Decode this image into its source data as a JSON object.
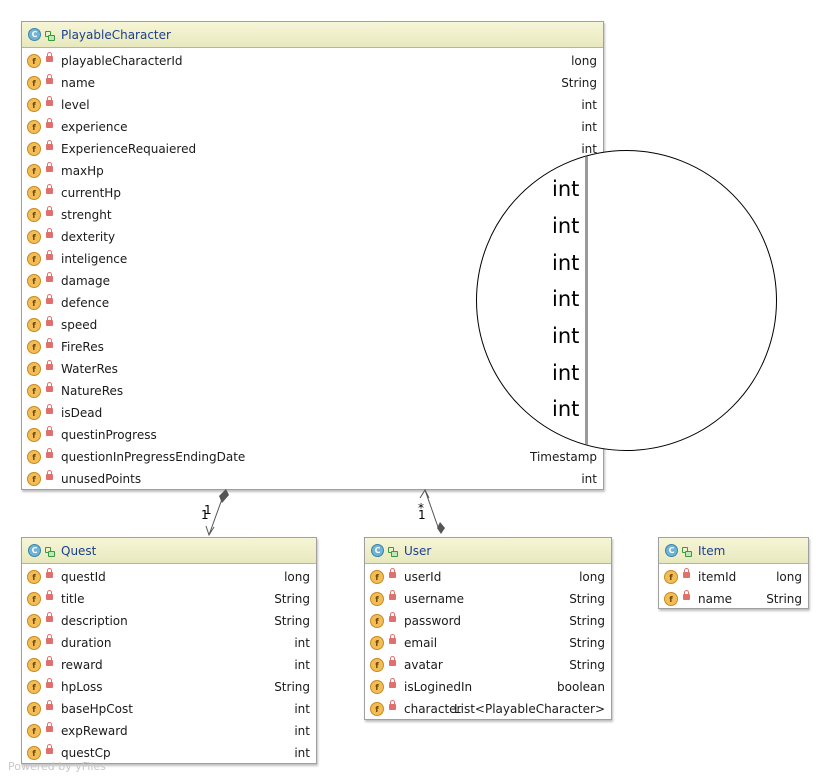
{
  "class_icon_letter": "C",
  "field_icon_letter": "f",
  "classes": {
    "playable": {
      "name": "PlayableCharacter",
      "fields": [
        {
          "name": "playableCharacterId",
          "type": "long"
        },
        {
          "name": "name",
          "type": "String"
        },
        {
          "name": "level",
          "type": "int"
        },
        {
          "name": "experience",
          "type": "int"
        },
        {
          "name": "ExperienceRequaiered",
          "type": "int"
        },
        {
          "name": "maxHp",
          "type": ""
        },
        {
          "name": "currentHp",
          "type": ""
        },
        {
          "name": "strenght",
          "type": ""
        },
        {
          "name": "dexterity",
          "type": ""
        },
        {
          "name": "inteligence",
          "type": ""
        },
        {
          "name": "damage",
          "type": ""
        },
        {
          "name": "defence",
          "type": ""
        },
        {
          "name": "speed",
          "type": ""
        },
        {
          "name": "FireRes",
          "type": ""
        },
        {
          "name": "WaterRes",
          "type": ""
        },
        {
          "name": "NatureRes",
          "type": ""
        },
        {
          "name": "isDead",
          "type": ""
        },
        {
          "name": "questinProgress",
          "type": ""
        },
        {
          "name": "questionInPregressEndingDate",
          "type": "Timestamp"
        },
        {
          "name": "unusedPoints",
          "type": "int"
        }
      ]
    },
    "quest": {
      "name": "Quest",
      "fields": [
        {
          "name": "questId",
          "type": "long"
        },
        {
          "name": "title",
          "type": "String"
        },
        {
          "name": "description",
          "type": "String"
        },
        {
          "name": "duration",
          "type": "int"
        },
        {
          "name": "reward",
          "type": "int"
        },
        {
          "name": "hpLoss",
          "type": "String"
        },
        {
          "name": "baseHpCost",
          "type": "int"
        },
        {
          "name": "expReward",
          "type": "int"
        },
        {
          "name": "questCp",
          "type": "int"
        }
      ]
    },
    "user": {
      "name": "User",
      "fields": [
        {
          "name": "userId",
          "type": "long"
        },
        {
          "name": "username",
          "type": "String"
        },
        {
          "name": "password",
          "type": "String"
        },
        {
          "name": "email",
          "type": "String"
        },
        {
          "name": "avatar",
          "type": "String"
        },
        {
          "name": "isLoginedIn",
          "type": "boolean"
        },
        {
          "name": "character",
          "type": "List<PlayableCharacter>"
        }
      ]
    },
    "item": {
      "name": "Item",
      "fields": [
        {
          "name": "itemId",
          "type": "long"
        },
        {
          "name": "name",
          "type": "String"
        }
      ]
    }
  },
  "magnifier": {
    "values": [
      "int",
      "int",
      "int",
      "int",
      "int",
      "int",
      "int"
    ]
  },
  "edges": {
    "quest": {
      "label_top": "1",
      "label_bottom": "1"
    },
    "user": {
      "label_top": "*",
      "label_bottom": "1"
    }
  },
  "watermark": "Powered by yFiles",
  "colors": {
    "header": "#eeeecb",
    "class_name": "#1c3f8f",
    "field_icon": "#f2bd57",
    "lock_icon": "#e0706b",
    "class_icon": "#6fb4d6"
  }
}
